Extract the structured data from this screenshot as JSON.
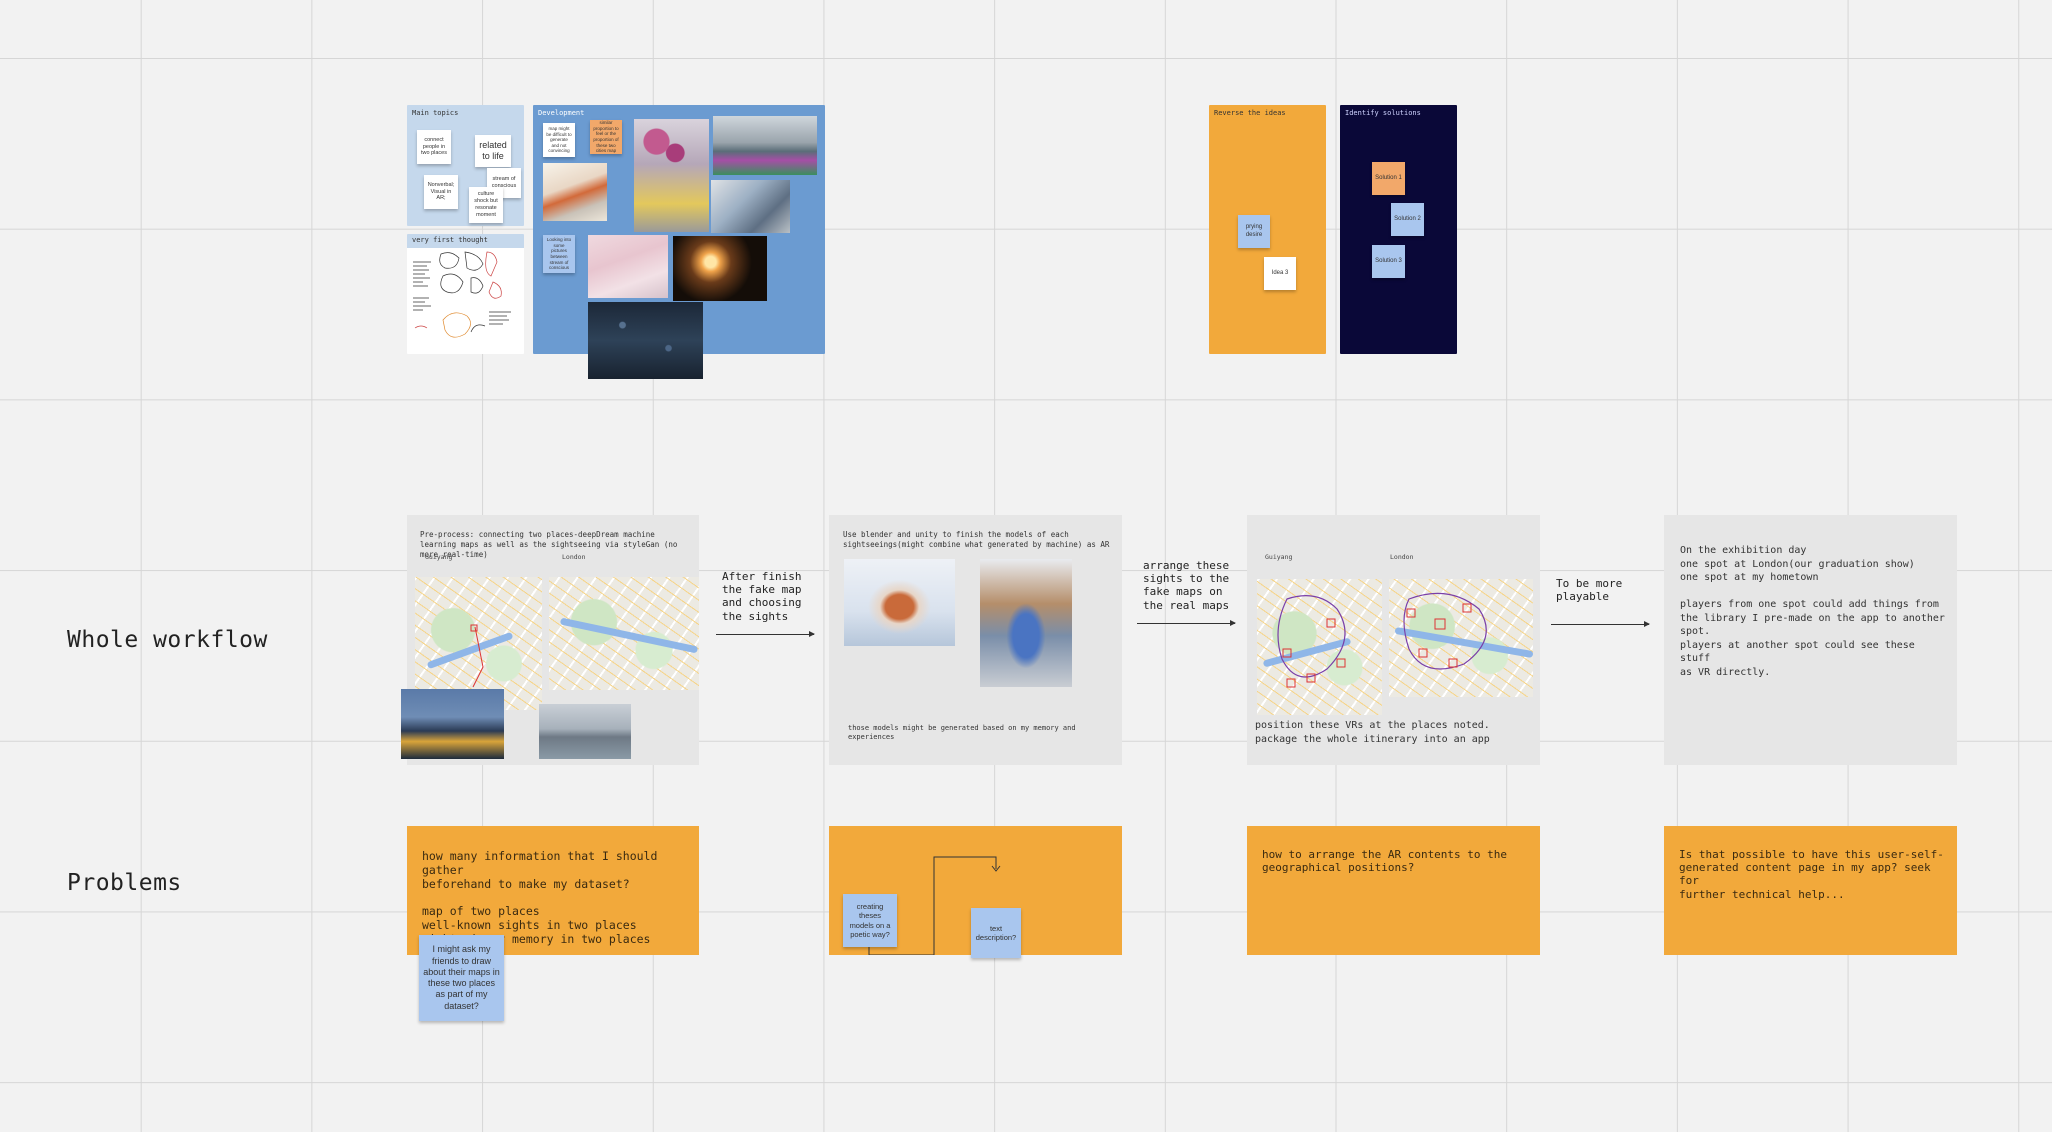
{
  "labels": {
    "whole_workflow": "Whole workflow",
    "problems": "Problems"
  },
  "top_frames": {
    "main_topics": {
      "title": "Main topics",
      "stickies": [
        "connect people in two places",
        "related to life",
        "Nonverbal; Visual in AR;",
        "stream of conscious",
        "culture shock but resonate moment"
      ]
    },
    "very_first_thought": {
      "title": "very first thought"
    },
    "development": {
      "title": "Development",
      "stickies": [
        "map might be difficult to generate and not convincing",
        "similar proportion to feel or the proportion of these two cities map",
        "Looking into some pictures between stream of conscious"
      ]
    },
    "reverse_ideas": {
      "title": "Reverse the ideas",
      "stickies": [
        "prying desire",
        "Idea 3"
      ]
    },
    "identify_solutions": {
      "title": "Identify solutions",
      "stickies": [
        "Solution 1",
        "Solution 2",
        "Solution 3"
      ]
    }
  },
  "workflow": {
    "card1": {
      "text": "Pre-process: connecting two places-deepDream machine learning maps as well as the sightseeing via styleGan (no more real-time)",
      "map_label_left": "Guiyang",
      "map_label_right": "London"
    },
    "arrow1_text": "After finish\nthe fake map\nand choosing\nthe sights",
    "card2": {
      "text": "Use blender and unity to finish the models of each sightseeings(might combine what generated by machine) as AR",
      "footer": "those models might be generated based on my memory and experiences"
    },
    "arrow2_text": "arrange these\nsights to the\nfake maps on\nthe real maps",
    "card3": {
      "map_label_left": "Guiyang",
      "map_label_right": "London",
      "footer": "position these VRs at the places noted.\npackage the whole itinerary into an app"
    },
    "arrow3_text": "To be more\nplayable",
    "card4": {
      "text": "On the exhibition day\none spot at London(our graduation show)\none spot at my hometown\n\nplayers from one spot could add things from\nthe library I pre-made on the app to another\nspot.\nplayers at another spot could see these stuff\nas VR directly."
    }
  },
  "problems": {
    "p1": {
      "text": "how many information that I should gather\nbeforehand to make my dataset?\n\nmap of two places\nwell-known sights in two places\nsights in my memory in two places",
      "sticky": "I might ask my friends to draw about their maps in these two places as part of my dataset?"
    },
    "p2": {
      "sticky_left": "creating theses models on a poetic way?",
      "sticky_right": "text description?"
    },
    "p3": {
      "text": "how to arrange the AR contents to the\ngeographical positions?"
    },
    "p4": {
      "text": "Is that possible to have this user-self-\ngenerated content page in my app? seek for\nfurther technical help..."
    }
  },
  "colors": {
    "orange": "#f2a93b",
    "frame_blue": "#6b9bd1",
    "light_blue": "#c5d8ec",
    "navy": "#0a0838",
    "sticky_blue": "#a9c6ee"
  }
}
